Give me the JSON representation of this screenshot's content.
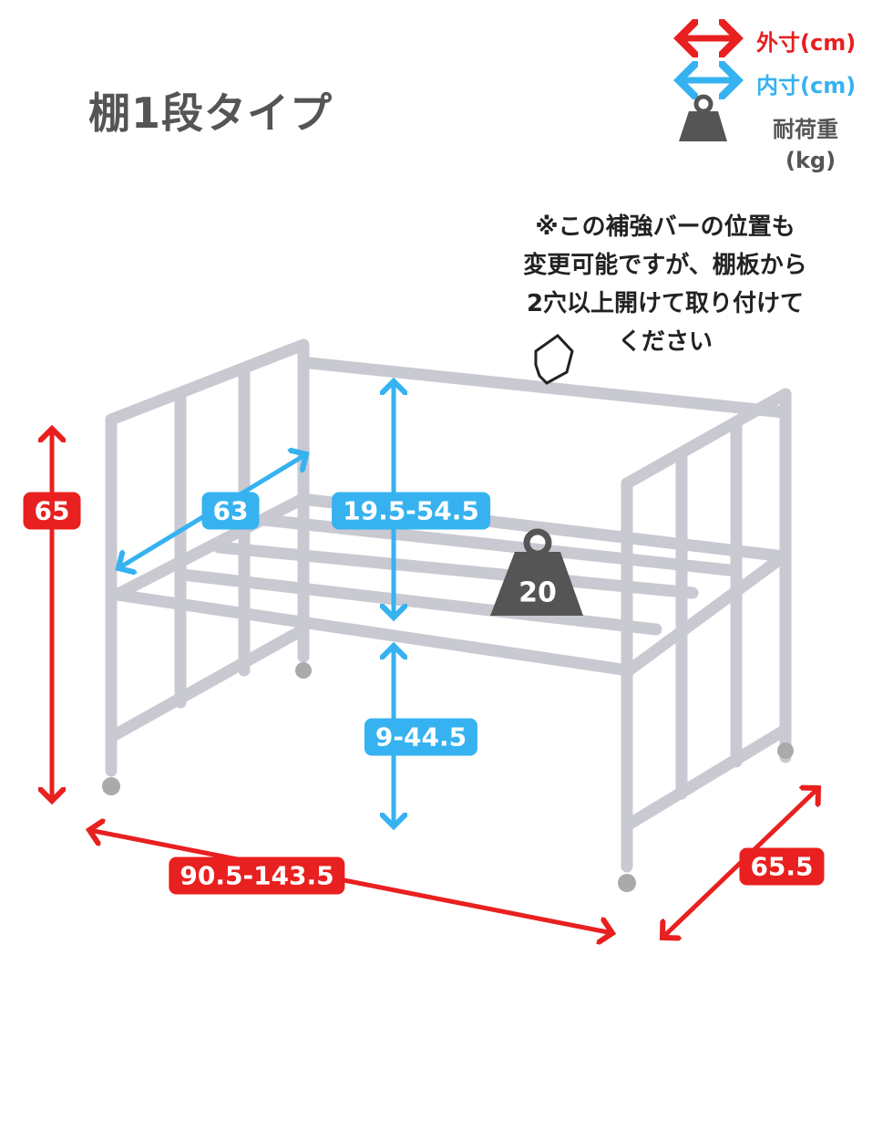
{
  "title": "棚1段タイプ",
  "legend": {
    "outer": {
      "label": "外寸(cm)",
      "color": "#e8201f"
    },
    "inner": {
      "label": "内寸(cm)",
      "color": "#36b2f0"
    },
    "load": {
      "label": "耐荷重",
      "unit": "(kg)",
      "icon": "weight-icon"
    }
  },
  "note": {
    "lines": [
      "※この補強バーの位置も",
      "変更可能ですが、棚板から",
      "2穴以上開けて取り付けて",
      "ください"
    ],
    "icon": "pointing-hand-icon"
  },
  "dimensions": {
    "height": "65",
    "width": "90.5-143.5",
    "depth": "65.5",
    "inner_depth": "63",
    "upper_clearance": "19.5-54.5",
    "lower_clearance": "9-44.5",
    "load_capacity": "20"
  }
}
